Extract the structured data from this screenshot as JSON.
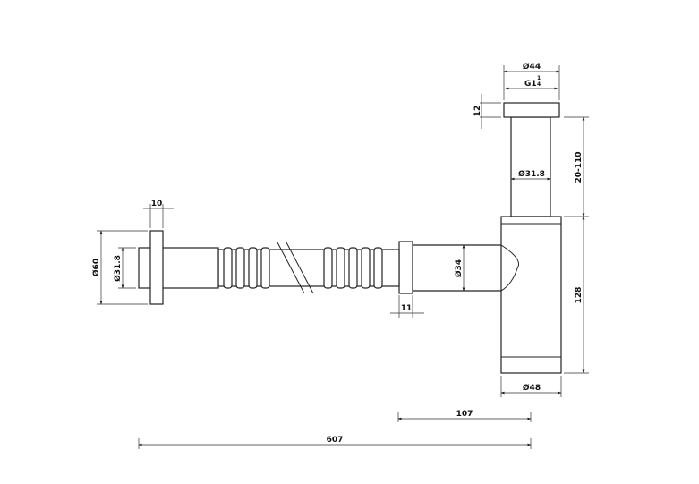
{
  "dimensions": {
    "cap_diameter": "Ø44",
    "thread": "G1",
    "thread_fraction_num": "1",
    "thread_fraction_den": "4",
    "cap_height": "12",
    "tube_diameter": "Ø31.8",
    "tube_length": "20-110",
    "body_height": "128",
    "body_diameter": "Ø48",
    "outlet_diameter": "Ø34",
    "collar_width": "11",
    "flange_width": "10",
    "flange_diameter": "Ø60",
    "pipe_diameter": "Ø31.8",
    "offset_length": "107",
    "total_length": "607"
  }
}
